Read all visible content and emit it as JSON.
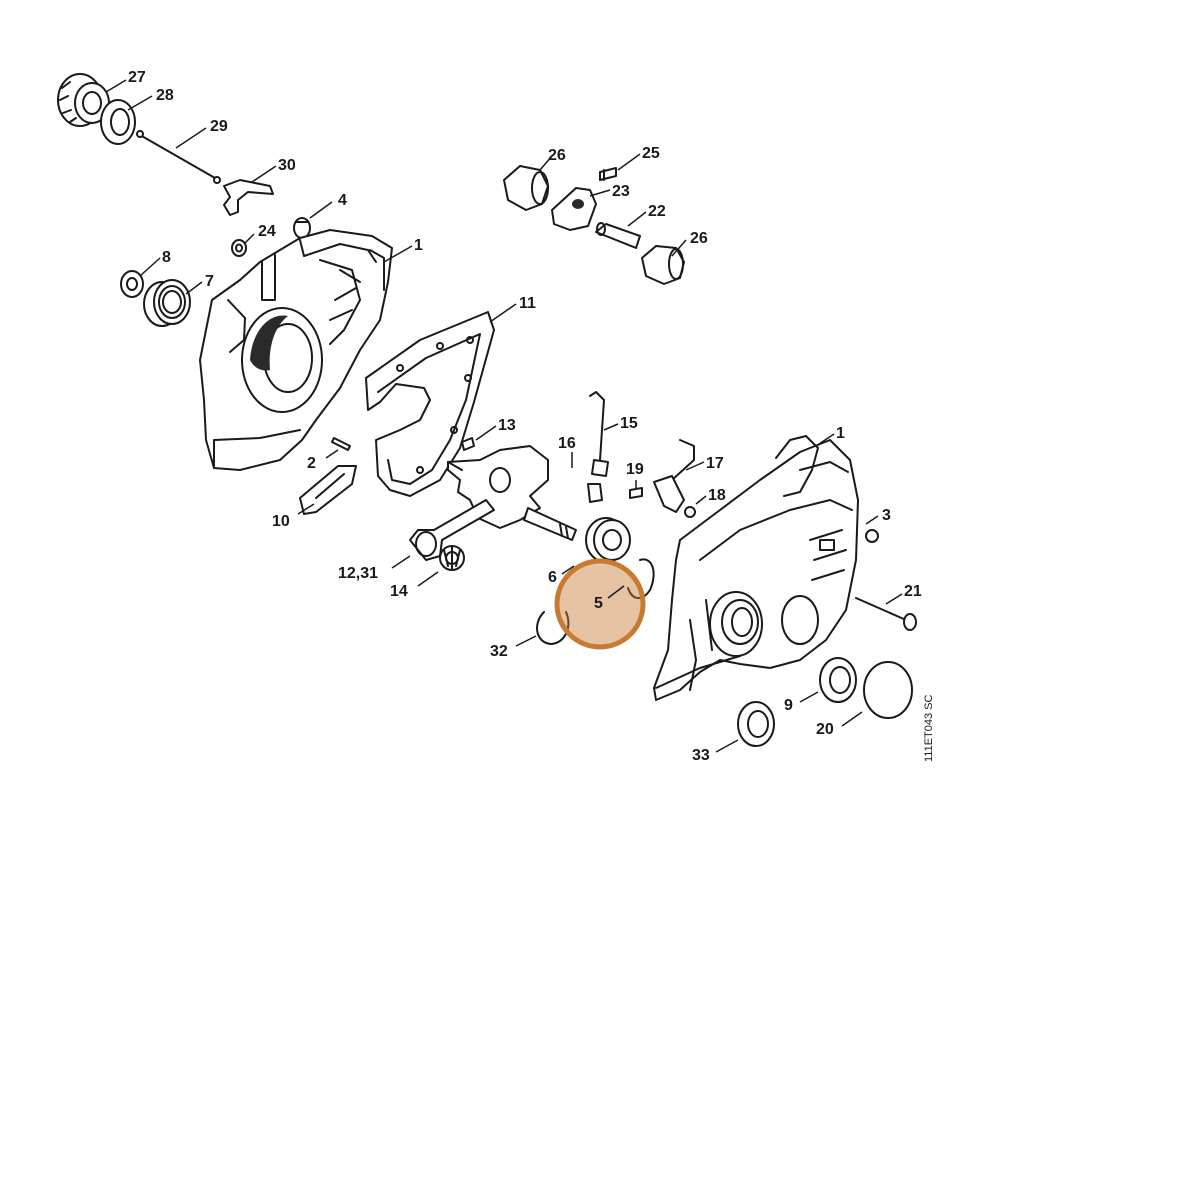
{
  "diagram": {
    "reference_code": "111ET043 SC",
    "highlight_color": "#c87a30",
    "highlighted_part": "5",
    "callouts": {
      "c27": "27",
      "c28": "28",
      "c29": "29",
      "c30": "30",
      "c4": "4",
      "c24": "24",
      "c1a": "1",
      "c8": "8",
      "c7": "7",
      "c26a": "26",
      "c25": "25",
      "c23": "23",
      "c22": "22",
      "c26b": "26",
      "c11": "11",
      "c13": "13",
      "c15": "15",
      "c16": "16",
      "c19": "19",
      "c17": "17",
      "c18": "18",
      "c1b": "1",
      "c2": "2",
      "c10": "10",
      "c3": "3",
      "c1231": "12,31",
      "c14": "14",
      "c6": "6",
      "c5": "5",
      "c21": "21",
      "c32": "32",
      "c9": "9",
      "c20": "20",
      "c33": "33"
    }
  }
}
